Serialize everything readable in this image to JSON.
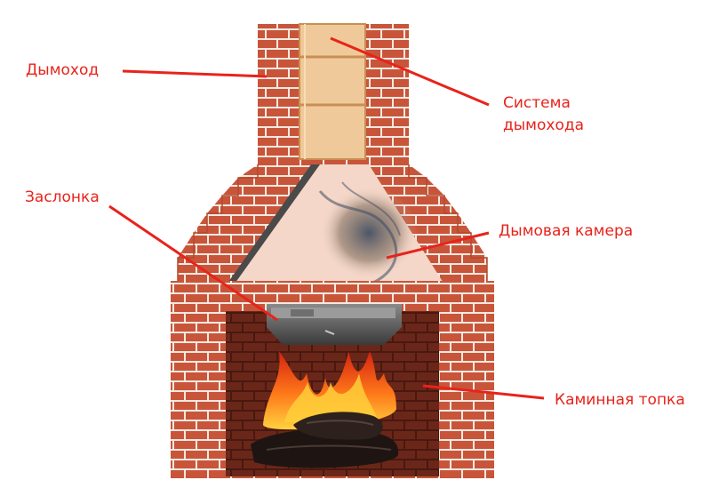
{
  "labels": {
    "chimney": "Дымоход",
    "chimney_system_line1": "Система",
    "chimney_system_line2": "дымохода",
    "damper": "Заслонка",
    "smoke_chamber": "Дымовая камера",
    "firebox": "Каминная топка"
  },
  "colors": {
    "label_text": "#e8231b",
    "leader_line": "#e8231b",
    "brick": "#c8553a",
    "mortar": "#f3e9e1",
    "flue_liner": "#f0c99a",
    "smoke_chamber_wall": "#f4d7c8",
    "firebox_back": "#7a2e1e",
    "damper": "#5f5f5f"
  }
}
